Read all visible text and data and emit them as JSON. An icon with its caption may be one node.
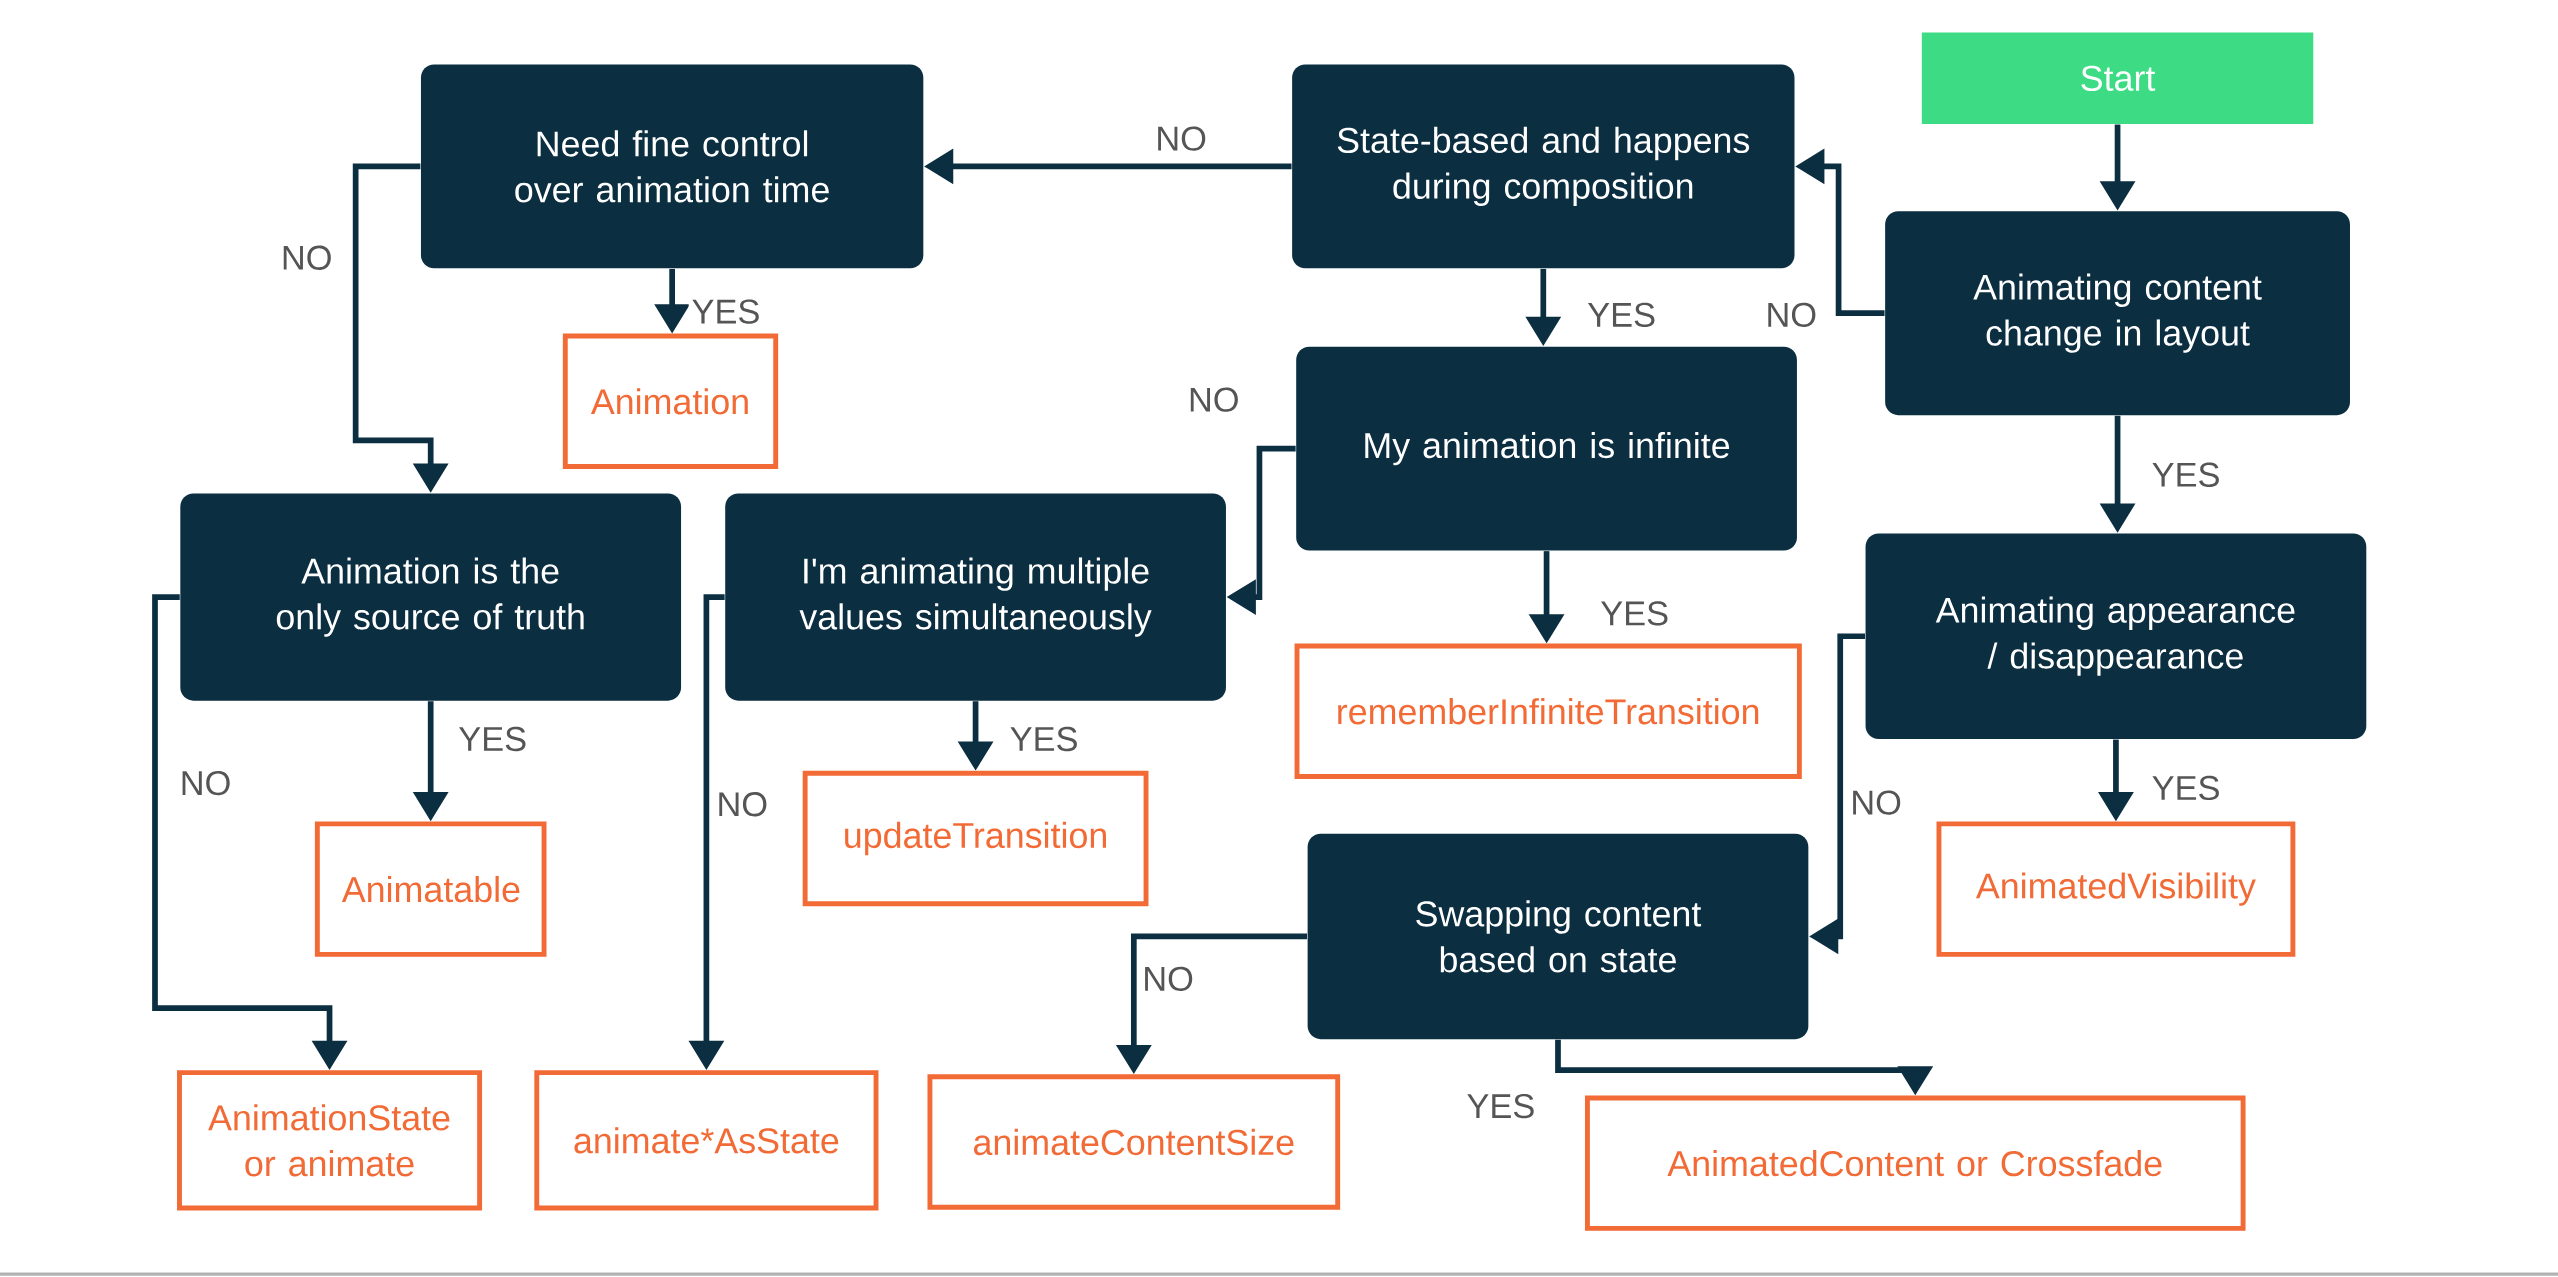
{
  "diagram": {
    "nodes": [
      {
        "text": [
          "Start"
        ]
      },
      {
        "text": [
          "Animating content change in layout"
        ]
      },
      {
        "text": [
          "State-based and happens during composition"
        ]
      },
      {
        "text": [
          "Need fine control over animation time"
        ]
      },
      {
        "text": [
          "Animation"
        ]
      },
      {
        "text": [
          "My animation is infinite"
        ]
      },
      {
        "text": [
          "Animation is the only source of truth"
        ]
      },
      {
        "text": [
          "I'm animating multiple values simultaneously"
        ]
      },
      {
        "text": [
          "rememberInfiniteTransition"
        ]
      },
      {
        "text": [
          "Animating appearance / disappearance"
        ]
      },
      {
        "text": [
          "Animatable"
        ]
      },
      {
        "text": [
          "updateTransition"
        ]
      },
      {
        "text": [
          "Swapping content based on state"
        ]
      },
      {
        "text": [
          "AnimatedVisibility"
        ]
      },
      {
        "text": [
          "AnimationState or animate"
        ]
      },
      {
        "text": [
          "animate*AsState"
        ]
      },
      {
        "text": [
          "animateContentSize"
        ]
      },
      {
        "text": [
          "AnimatedContent or Crossfade"
        ]
      }
    ],
    "edges": [
      {
        "from": 0,
        "to": 1,
        "arrow": "to"
      },
      {
        "from": 1,
        "to": 2,
        "arrow": "to",
        "label": "NO"
      },
      {
        "from": 2,
        "to": 3,
        "arrow": "to",
        "label": "NO"
      },
      {
        "from": 2,
        "to": 5,
        "arrow": "to",
        "label": "YES"
      },
      {
        "from": 3,
        "to": 4,
        "arrow": "to",
        "label": "YES"
      },
      {
        "from": 3,
        "to": 6,
        "arrow": "to",
        "label": "NO"
      },
      {
        "from": 5,
        "to": 7,
        "arrow": "to",
        "label": "NO"
      },
      {
        "from": 5,
        "to": 8,
        "arrow": "to",
        "label": "YES"
      },
      {
        "from": 6,
        "to": 10,
        "arrow": "to",
        "label": "YES"
      },
      {
        "from": 6,
        "to": 14,
        "arrow": "to",
        "label": "NO"
      },
      {
        "from": 7,
        "to": 11,
        "arrow": "to",
        "label": "YES"
      },
      {
        "from": 7,
        "to": 15,
        "arrow": "to",
        "label": "NO"
      },
      {
        "from": 1,
        "to": 9,
        "arrow": "to",
        "label": "YES"
      },
      {
        "from": 9,
        "to": 13,
        "arrow": "to",
        "label": "YES"
      },
      {
        "from": 9,
        "to": 12,
        "arrow": "to",
        "label": "NO"
      },
      {
        "from": 12,
        "to": 16,
        "arrow": "to",
        "label": "NO"
      },
      {
        "from": 12,
        "to": 17,
        "arrow": "to",
        "label": "YES"
      }
    ]
  }
}
